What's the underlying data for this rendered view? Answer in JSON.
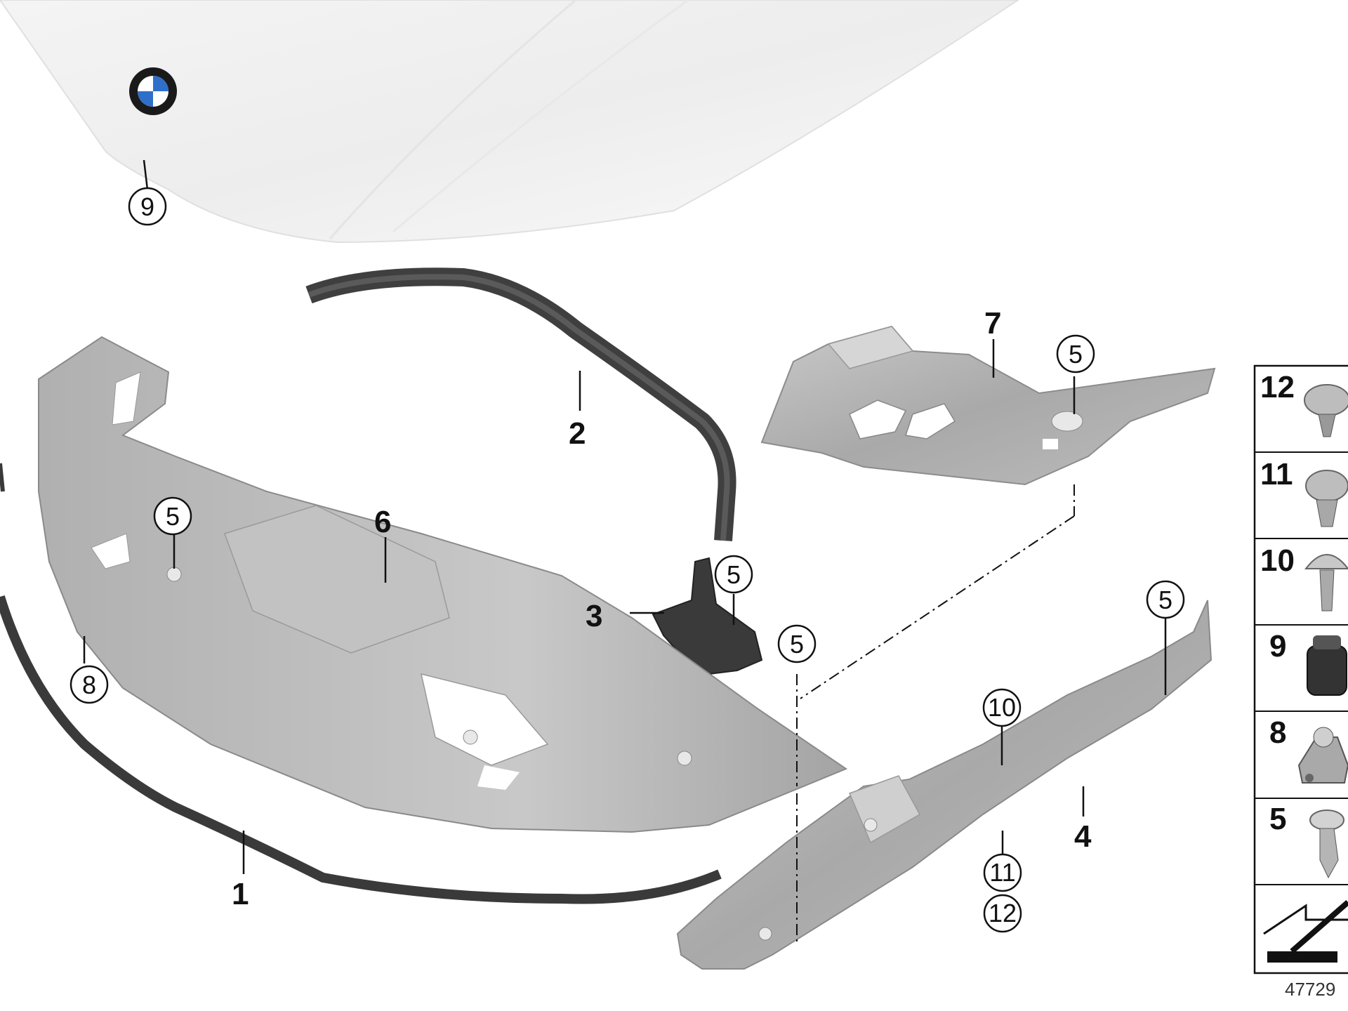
{
  "diagram": {
    "labels": {
      "p1": "1",
      "p2": "2",
      "p3": "3",
      "p4": "4",
      "p6": "6",
      "p7": "7"
    },
    "circled": {
      "c9": "9",
      "c5a": "5",
      "c5b": "5",
      "c5c": "5",
      "c5d": "5",
      "c5e": "5",
      "c8": "8",
      "c10": "10",
      "c11": "11",
      "c12": "12"
    },
    "panel": [
      "12",
      "11",
      "10",
      "9",
      "8",
      "5"
    ],
    "ref_number": "47729"
  }
}
